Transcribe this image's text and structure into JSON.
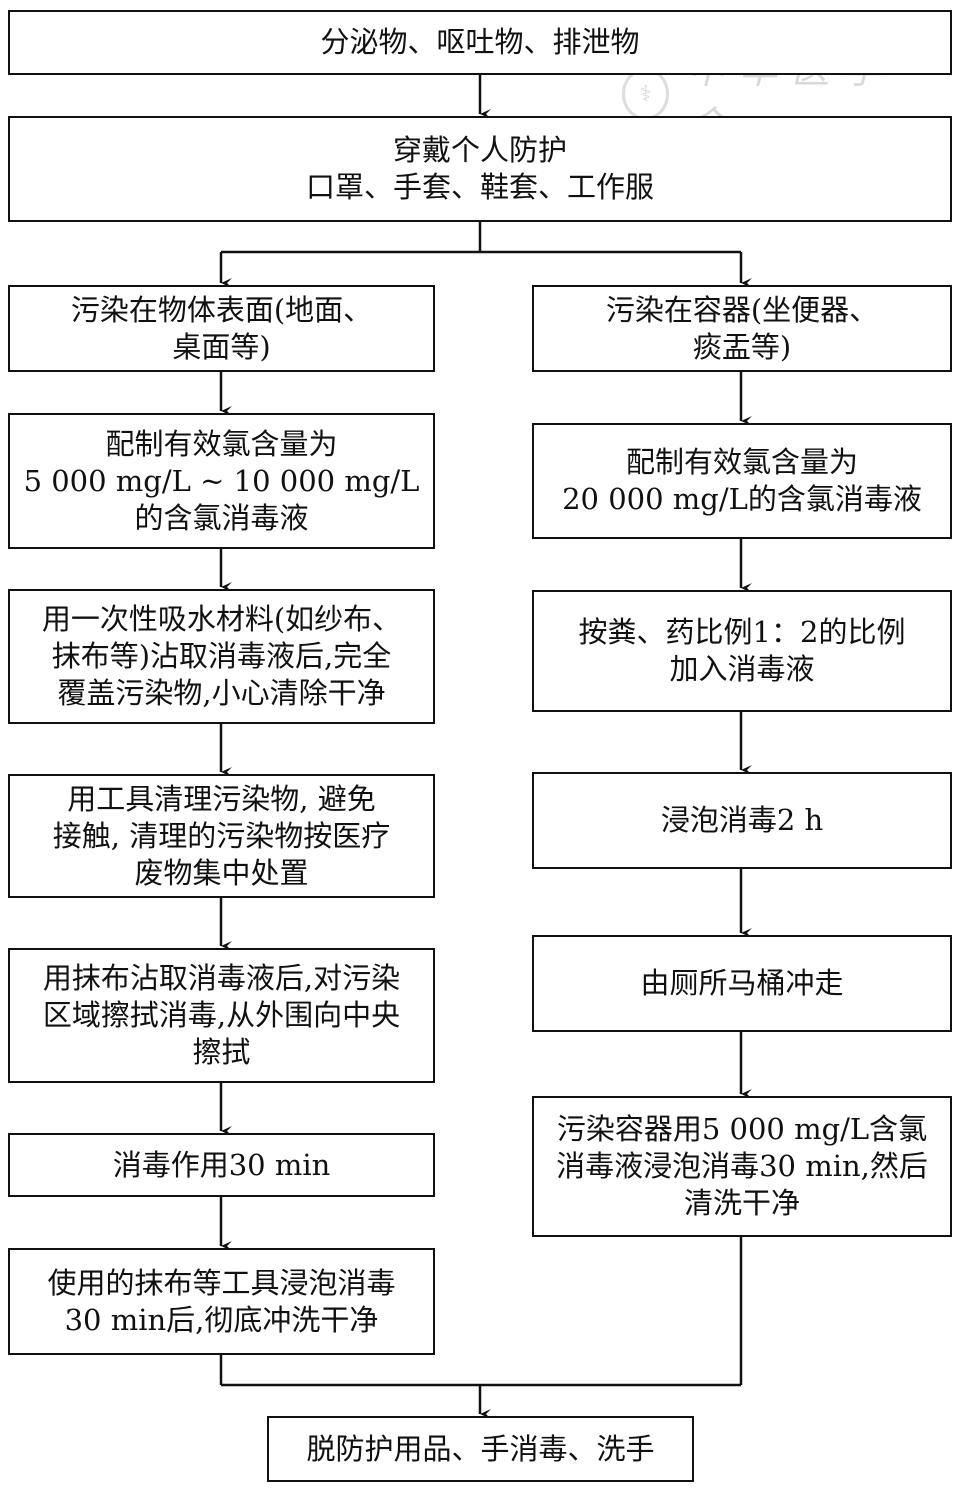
{
  "watermark": {
    "text": "中华医学会",
    "seal_icon": "⚕"
  },
  "top": {
    "line1": "分泌物、呕吐物、排泄物"
  },
  "ppe": {
    "line1": "穿戴个人防护",
    "line2": "口罩、手套、鞋套、工作服"
  },
  "left_branch": {
    "steps": [
      {
        "lines": [
          "污染在物体表面(地面、",
          "桌面等)"
        ]
      },
      {
        "lines": [
          "配制有效氯含量为",
          "5 000 mg/L ~ 10 000 mg/L",
          "的含氯消毒液"
        ]
      },
      {
        "lines": [
          "用一次性吸水材料(如纱布、",
          "抹布等)沾取消毒液后,完全",
          "覆盖污染物,小心清除干净"
        ]
      },
      {
        "lines": [
          "用工具清理污染物, 避免",
          "接触, 清理的污染物按医疗",
          "废物集中处置"
        ]
      },
      {
        "lines": [
          "用抹布沾取消毒液后,对污染",
          "区域擦拭消毒,从外围向中央",
          "擦拭"
        ]
      },
      {
        "lines": [
          "消毒作用30 min"
        ]
      },
      {
        "lines": [
          "使用的抹布等工具浸泡消毒",
          "30 min后,彻底冲洗干净"
        ]
      }
    ]
  },
  "right_branch": {
    "steps": [
      {
        "lines": [
          "污染在容器(坐便器、",
          "痰盂等)"
        ]
      },
      {
        "lines": [
          "配制有效氯含量为",
          "20 000 mg/L的含氯消毒液"
        ]
      },
      {
        "lines": [
          "按粪、药比例1：2的比例",
          "加入消毒液"
        ]
      },
      {
        "lines": [
          "浸泡消毒2 h"
        ]
      },
      {
        "lines": [
          "由厕所马桶冲走"
        ]
      },
      {
        "lines": [
          "污染容器用5 000 mg/L含氯",
          "消毒液浸泡消毒30 min,然后",
          "清洗干净"
        ]
      }
    ]
  },
  "final": {
    "line1": "脱防护用品、手消毒、洗手"
  }
}
